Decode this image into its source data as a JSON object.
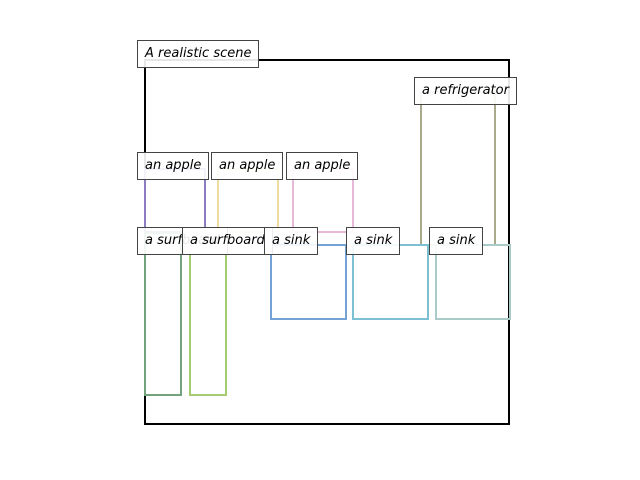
{
  "caption": "A realistic scene",
  "objects": [
    {
      "label": "a refrigerator",
      "color": "#a9aa8c"
    },
    {
      "label": "an apple",
      "color": "#8e7cc3"
    },
    {
      "label": "an apple",
      "color": "#f0dca0"
    },
    {
      "label": "an apple",
      "color": "#e8b8d8"
    },
    {
      "label": "a surfboard",
      "color": "#73a37d"
    },
    {
      "label": "a surfboard",
      "color": "#a3cd6e"
    },
    {
      "label": "a sink",
      "color": "#72a2d6"
    },
    {
      "label": "a sink",
      "color": "#7dbfd3"
    },
    {
      "label": "a sink",
      "color": "#a9cac6"
    }
  ]
}
